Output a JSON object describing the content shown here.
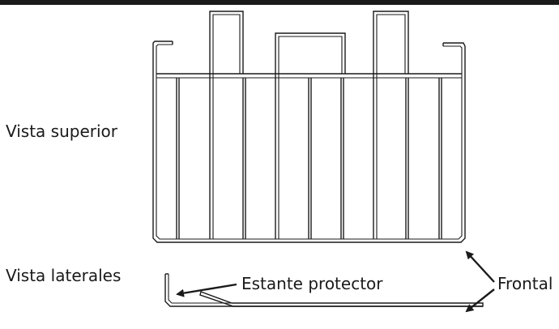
{
  "labels": {
    "top_view": "Vista superior",
    "side_view": "Vista laterales",
    "shelf": "Estante protector",
    "front": "Frontal"
  },
  "colors": {
    "line": "#1a1a1a",
    "background": "#ffffff"
  }
}
